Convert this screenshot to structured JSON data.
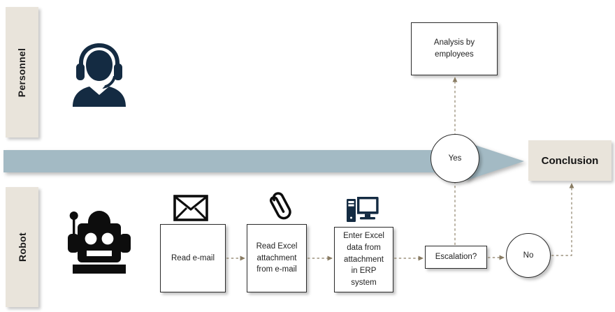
{
  "diagram": {
    "title": "RPA e-mail to ERP process swimlane",
    "lanes": [
      {
        "id": "personnel",
        "label": "Personnel"
      },
      {
        "id": "robot",
        "label": "Robot"
      }
    ],
    "nodes": [
      {
        "id": "analysis",
        "label": "Analysis by\nemployees",
        "shape": "box"
      },
      {
        "id": "conclusion",
        "label": "Conclusion",
        "shape": "box-filled"
      },
      {
        "id": "read_email",
        "label": "Read e-mail",
        "shape": "box"
      },
      {
        "id": "read_excel",
        "label": "Read Excel\nattachment\nfrom e-mail",
        "shape": "box"
      },
      {
        "id": "enter_erp",
        "label": "Enter Excel\ndata from\nattachment\nin ERP\nsystem",
        "shape": "box"
      },
      {
        "id": "escalation",
        "label": "Escalation?",
        "shape": "box"
      },
      {
        "id": "yes",
        "label": "Yes",
        "shape": "circle"
      },
      {
        "id": "no",
        "label": "No",
        "shape": "circle"
      }
    ],
    "icons": [
      {
        "id": "person",
        "name": "headset-support-person-icon"
      },
      {
        "id": "robot",
        "name": "robot-icon"
      },
      {
        "id": "envelope",
        "name": "envelope-icon"
      },
      {
        "id": "paperclip",
        "name": "paperclip-icon"
      },
      {
        "id": "computer",
        "name": "desktop-computer-icon"
      }
    ],
    "edges": [
      {
        "from": "read_email",
        "to": "read_excel",
        "style": "dashed"
      },
      {
        "from": "read_excel",
        "to": "enter_erp",
        "style": "dashed"
      },
      {
        "from": "enter_erp",
        "to": "escalation",
        "style": "dashed"
      },
      {
        "from": "escalation",
        "to": "no",
        "style": "dashed"
      },
      {
        "from": "escalation",
        "to": "analysis",
        "style": "dashed"
      },
      {
        "from": "no",
        "to": "conclusion",
        "style": "dashed"
      }
    ],
    "band_arrow": {
      "name": "process-flow-band-arrow"
    },
    "colors": {
      "lane_fill": "#E9E4DB",
      "band_arrow": "#A3BAC4",
      "icon_navy": "#142B42",
      "icon_black": "#0d0d0d",
      "connector": "#897C63",
      "node_border": "#2b2b2b",
      "background": "#FFFFFF"
    }
  }
}
